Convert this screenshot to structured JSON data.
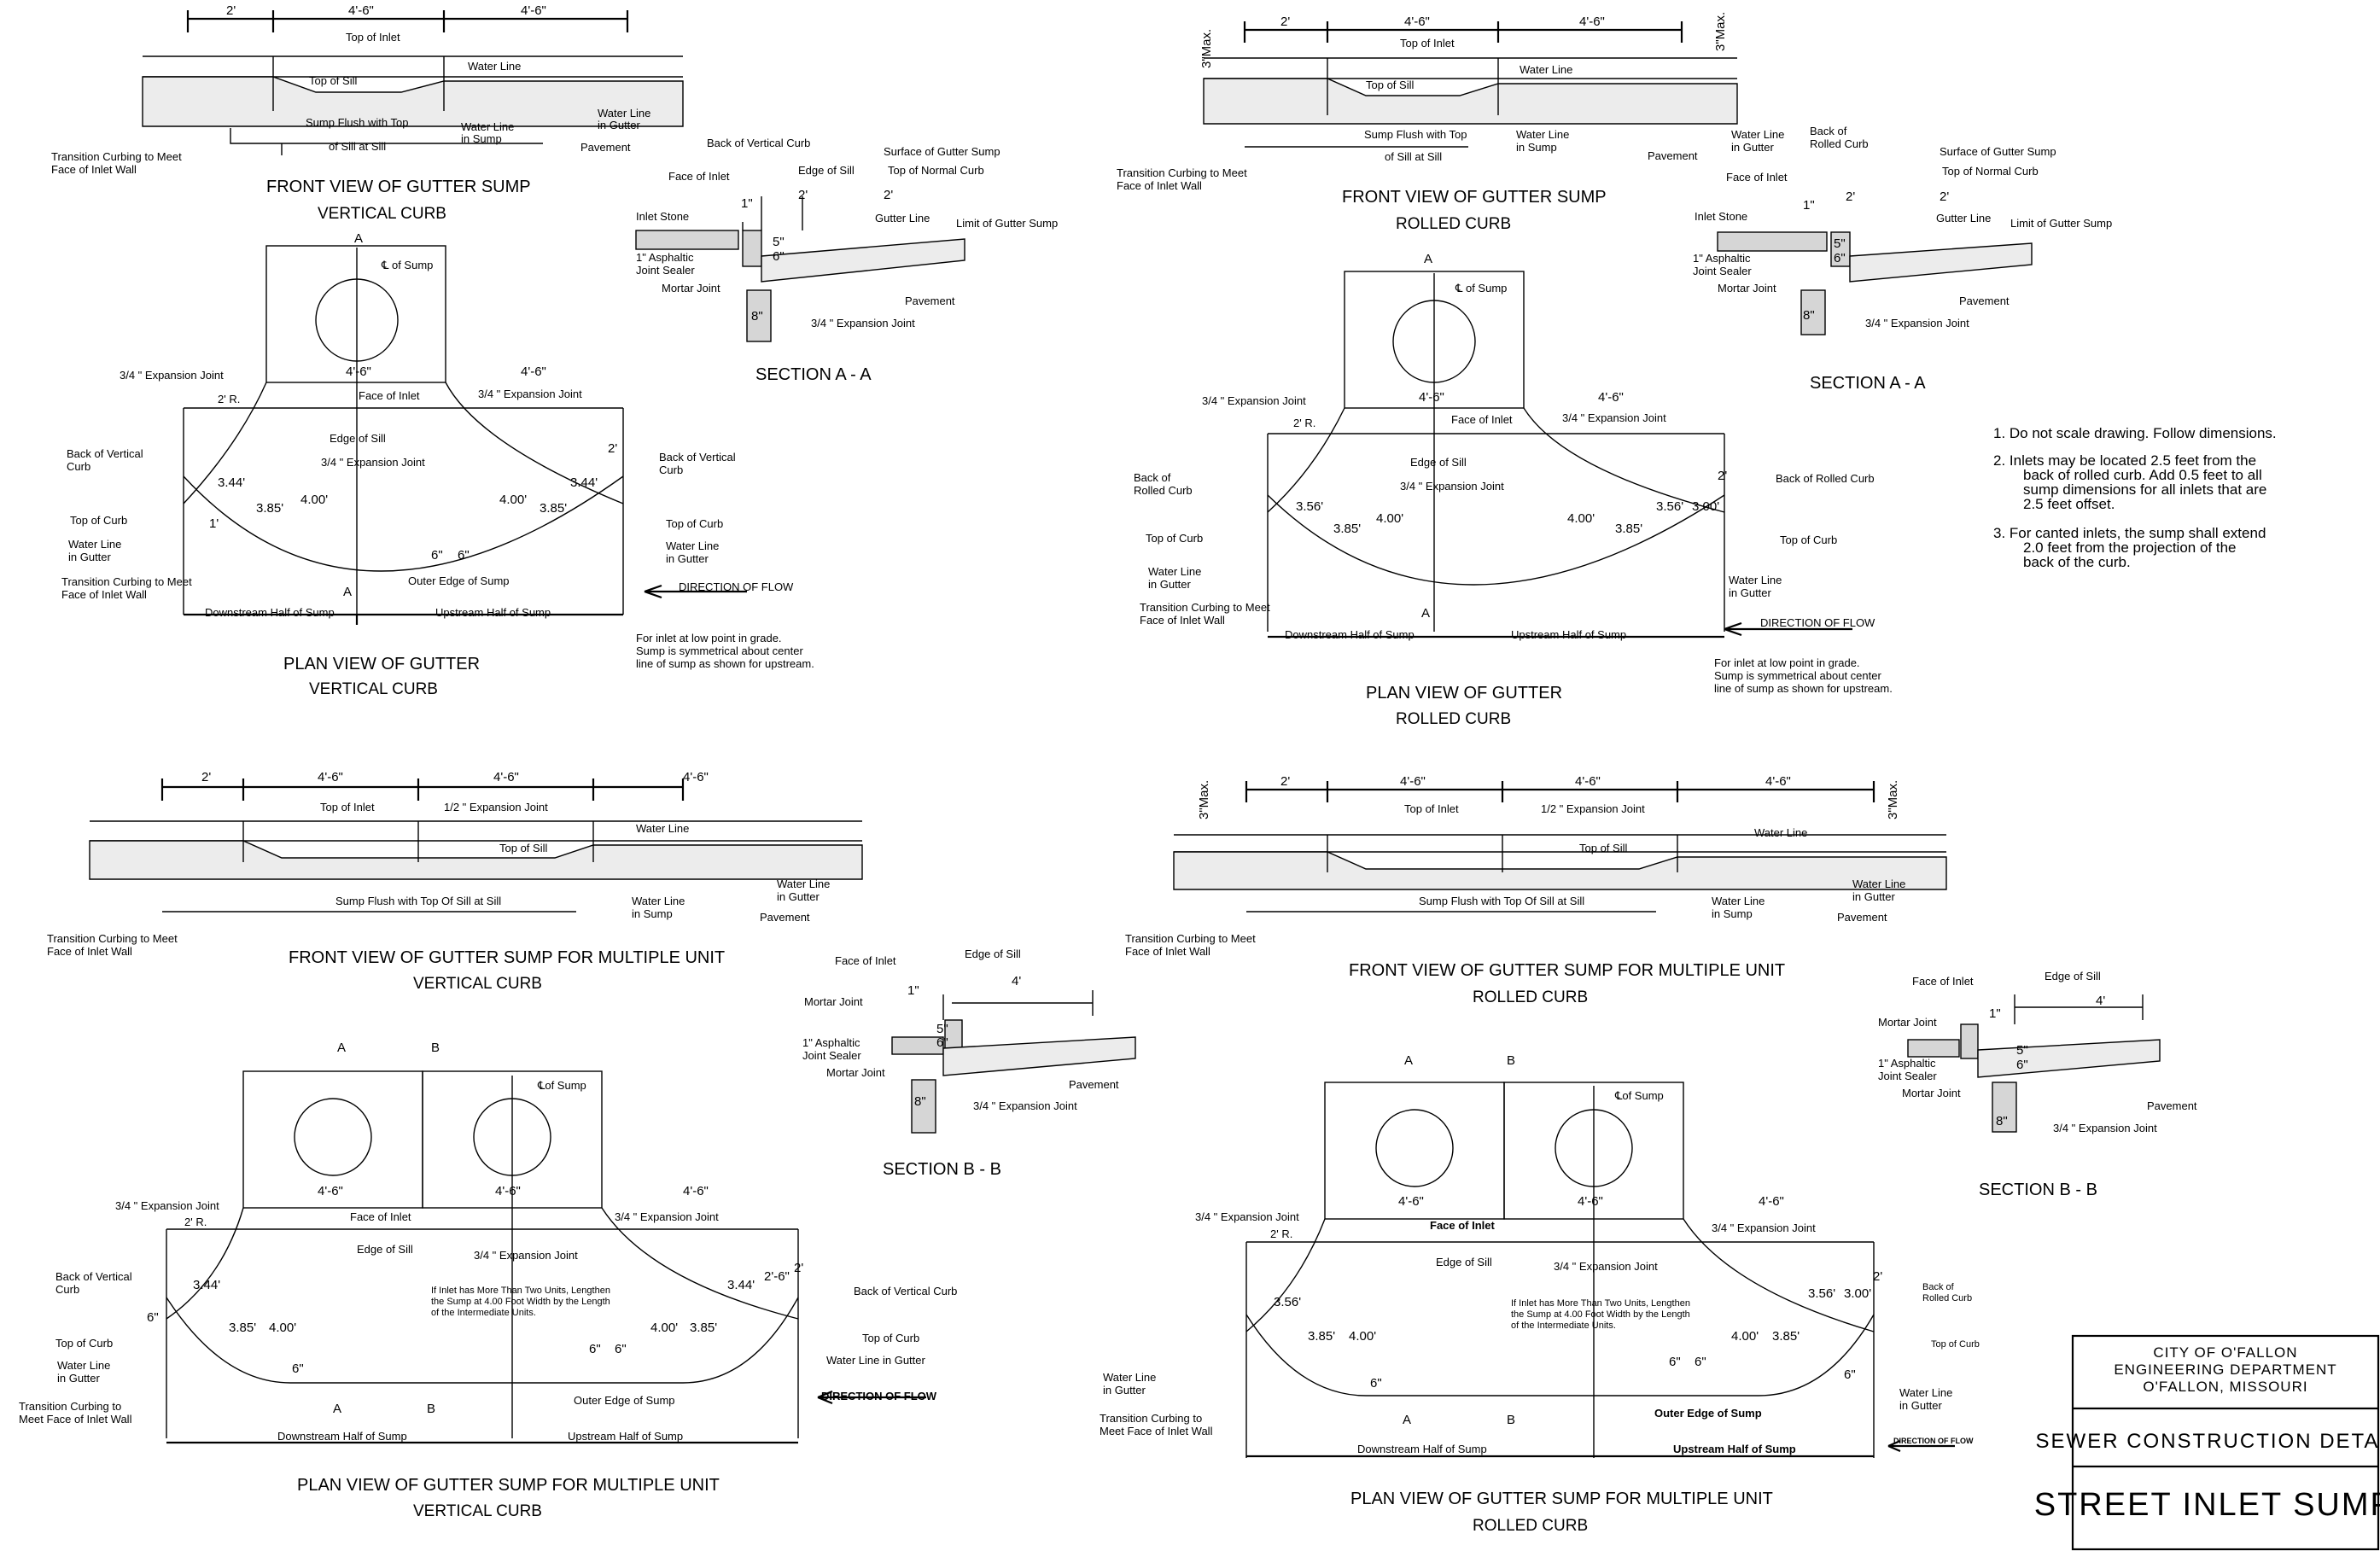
{
  "panels": {
    "v_front": {
      "title": "FRONT VIEW OF GUTTER SUMP",
      "subtitle": "VERTICAL CURB",
      "dims": [
        "2'",
        "4'-6\"",
        "4'-6\""
      ],
      "labels": [
        "Top of Inlet",
        "Top of Sill",
        "Water Line",
        "Sump Flush with Top",
        "of Sill at Sill",
        "Water Line",
        "in Sump",
        "Water Line",
        "in Gutter",
        "Pavement",
        "Transition Curbing to Meet",
        "Face of Inlet Wall"
      ]
    },
    "v_section": {
      "title": "SECTION A - A",
      "labels": [
        "Back of Vertical Curb",
        "Edge of Sill",
        "Surface of Gutter Sump",
        "Top of Normal Curb",
        "Face of Inlet",
        "Inlet Stone",
        "Gutter Line",
        "Limit of Gutter Sump",
        "1\" Asphaltic",
        "Joint Sealer",
        "Mortar Joint",
        "Pavement",
        "3/4 \" Expansion Joint"
      ],
      "dims": [
        "1\"",
        "2'",
        "2'",
        "5\"",
        "6\"",
        "8\""
      ]
    },
    "v_plan": {
      "title": "PLAN VIEW OF GUTTER",
      "subtitle": "VERTICAL CURB",
      "labels": [
        "A",
        "A",
        "℄ of Sump",
        "3/4 \" Expansion Joint",
        "2' R.",
        "Face of Inlet",
        "3/4 \" Expansion Joint",
        "Edge of Sill",
        "3/4 \" Expansion Joint",
        "Back of Vertical",
        "Curb",
        "Top of Curb",
        "Water Line",
        "in Gutter",
        "Transition Curbing to Meet",
        "Face of Inlet Wall",
        "Outer Edge of Sump",
        "Back of Vertical",
        "Curb",
        "Top of Curb",
        "Water Line",
        "in Gutter",
        "DIRECTION OF FLOW",
        "Downstream Half of Sump",
        "Upstream Half of Sump",
        "For inlet at low point in grade.",
        "Sump is symmetrical about center",
        "line of sump as shown for upstream."
      ],
      "dims": [
        "4'-6\"",
        "4'-6\"",
        "3.44'",
        "3.85'",
        "4.00'",
        "4.00'",
        "3.85'",
        "3.44'",
        "2'",
        "1'",
        "6\"",
        "6\""
      ]
    },
    "r_front": {
      "title": "FRONT VIEW OF GUTTER SUMP",
      "subtitle": "ROLLED CURB",
      "dims": [
        "3\"Max.",
        "2'",
        "4'-6\"",
        "4'-6\"",
        "3\"Max."
      ],
      "labels": [
        "Top of Inlet",
        "Top of Sill",
        "Water Line",
        "Sump Flush with Top",
        "of Sill at Sill",
        "Water Line",
        "in Sump",
        "Water Line",
        "in Gutter",
        "Pavement",
        "Transition Curbing to Meet",
        "Face of Inlet Wall"
      ]
    },
    "r_section": {
      "title": "SECTION A - A",
      "labels": [
        "Back of",
        "Rolled Curb",
        "Surface of Gutter Sump",
        "Top of Normal Curb",
        "Face of Inlet",
        "Inlet Stone",
        "Gutter Line",
        "Limit of Gutter Sump",
        "1\" Asphaltic",
        "Joint Sealer",
        "Mortar Joint",
        "Pavement",
        "3/4 \" Expansion Joint"
      ],
      "dims": [
        "1\"",
        "2'",
        "2'",
        "5\"",
        "6\"",
        "8\""
      ]
    },
    "r_plan": {
      "title": "PLAN VIEW OF GUTTER",
      "subtitle": "ROLLED CURB",
      "labels": [
        "A",
        "A",
        "℄ of Sump",
        "3/4 \" Expansion Joint",
        "2' R.",
        "Face of Inlet",
        "3/4 \" Expansion Joint",
        "Edge of Sill",
        "3/4 \" Expansion Joint",
        "Back of",
        "Rolled Curb",
        "Top of Curb",
        "Water Line",
        "in Gutter",
        "Transition Curbing to Meet",
        "Face of Inlet Wall",
        "Back of Rolled Curb",
        "Top of Curb",
        "Water Line",
        "in Gutter",
        "DIRECTION OF FLOW",
        "Downstream Half of Sump",
        "Upstream Half of Sump",
        "For inlet at low point in grade.",
        "Sump is symmetrical about center",
        "line of sump as shown for upstream."
      ],
      "dims": [
        "4'-6\"",
        "4'-6\"",
        "3.56'",
        "3.85'",
        "4.00'",
        "4.00'",
        "3.85'",
        "3.56'",
        "3.00'",
        "2'"
      ]
    },
    "notes": [
      "1.  Do not scale drawing.  Follow dimensions.",
      "2.  Inlets may be located 2.5 feet from the",
      "back of rolled curb.  Add 0.5 feet to all",
      "sump dimensions for all inlets that are",
      "2.5 feet offset.",
      "3.  For canted inlets, the sump shall extend",
      "2.0 feet from the projection of the",
      "back of the curb."
    ],
    "vm_front": {
      "title": "FRONT VIEW OF GUTTER SUMP FOR MULTIPLE UNIT",
      "subtitle": "VERTICAL CURB",
      "dims": [
        "2'",
        "4'-6\"",
        "4'-6\"",
        "4'-6\""
      ],
      "labels": [
        "Top of Inlet",
        "1/2 \" Expansion Joint",
        "Top of Sill",
        "Water Line",
        "Sump Flush with Top Of Sill at Sill",
        "Water Line",
        "in Sump",
        "Water Line",
        "in Gutter",
        "Pavement",
        "Transition Curbing to Meet",
        "Face of Inlet Wall"
      ]
    },
    "vm_section": {
      "title": "SECTION B - B",
      "labels": [
        "Face of Inlet",
        "Edge of Sill",
        "Mortar Joint",
        "1\" Asphaltic",
        "Joint Sealer",
        "Mortar Joint",
        "Pavement",
        "3/4 \" Expansion Joint"
      ],
      "dims": [
        "1\"",
        "4'",
        "5\"",
        "6\"",
        "8\""
      ]
    },
    "vm_plan": {
      "title": "PLAN VIEW OF GUTTER SUMP FOR MULTIPLE UNIT",
      "subtitle": "VERTICAL CURB",
      "labels": [
        "A",
        "B",
        "A",
        "B",
        "℄of Sump",
        "3/4 \" Expansion Joint",
        "2' R.",
        "Face of Inlet",
        "Edge of Sill",
        "3/4 \" Expansion Joint",
        "3/4 \" Expansion Joint",
        "If Inlet has More Than Two Units, Lengthen",
        "the Sump at 4.00 Foot Width by the Length",
        "of the Intermediate Units.",
        "Back of Vertical",
        "Curb",
        "Top of Curb",
        "Water Line",
        "in Gutter",
        "Transition Curbing to",
        "Meet Face of Inlet Wall",
        "Outer Edge of Sump",
        "Back of Vertical Curb",
        "Top of Curb",
        "Water Line in Gutter",
        "DIRECTION OF FLOW",
        "Downstream Half of Sump",
        "Upstream Half of Sump"
      ],
      "dims": [
        "4'-6\"",
        "4'-6\"",
        "4'-6\"",
        "3.44'",
        "3.85'",
        "4.00'",
        "4.00'",
        "3.85'",
        "3.44'",
        "2'-6\"",
        "2'",
        "6\"",
        "6\"",
        "6\"",
        "6\""
      ]
    },
    "rm_front": {
      "title": "FRONT VIEW OF GUTTER SUMP FOR MULTIPLE UNIT",
      "subtitle": "ROLLED CURB",
      "dims": [
        "3\"Max.",
        "2'",
        "4'-6\"",
        "4'-6\"",
        "4'-6\"",
        "3\"Max."
      ],
      "labels": [
        "Top of Inlet",
        "1/2 \" Expansion Joint",
        "Top of Sill",
        "Water Line",
        "Sump Flush with Top Of Sill at Sill",
        "Water Line",
        "in Sump",
        "Water Line",
        "in Gutter",
        "Pavement",
        "Transition Curbing to Meet",
        "Face of Inlet Wall"
      ]
    },
    "rm_section": {
      "title": "SECTION B - B",
      "labels": [
        "Face of Inlet",
        "Edge of Sill",
        "Mortar Joint",
        "1\" Asphaltic",
        "Joint Sealer",
        "Mortar Joint",
        "Pavement",
        "3/4 \" Expansion Joint"
      ],
      "dims": [
        "1\"",
        "4'",
        "5\"",
        "6\"",
        "8\""
      ]
    },
    "rm_plan": {
      "title": "PLAN VIEW OF GUTTER SUMP FOR MULTIPLE UNIT",
      "subtitle": "ROLLED CURB",
      "labels": [
        "A",
        "B",
        "A",
        "B",
        "℄of Sump",
        "3/4 \" Expansion Joint",
        "2' R.",
        "Face of Inlet",
        "Edge of Sill",
        "3/4 \" Expansion Joint",
        "3/4 \" Expansion Joint",
        "If Inlet has More Than Two Units, Lengthen",
        "the Sump at 4.00 Foot Width by the Length",
        "of the Intermediate Units.",
        "Water Line",
        "in Gutter",
        "Transition Curbing to",
        "Meet Face of Inlet Wall",
        "Outer Edge of Sump",
        "Back of",
        "Rolled Curb",
        "Top of Curb",
        "Water Line",
        "in Gutter",
        "DIRECTION OF FLOW",
        "Downstream Half of Sump",
        "Upstream Half of Sump"
      ],
      "dims": [
        "4'-6\"",
        "4'-6\"",
        "4'-6\"",
        "3.56'",
        "3.85'",
        "4.00'",
        "4.00'",
        "3.85'",
        "3.56'",
        "3.00'",
        "2'",
        "6\"",
        "6\"",
        "6\"",
        "6\""
      ]
    }
  },
  "title_block": {
    "agency_line1": "CITY OF O'FALLON",
    "agency_line2": "ENGINEERING DEPARTMENT",
    "agency_line3": "O'FALLON, MISSOURI",
    "series": "SEWER CONSTRUCTION DETAILS",
    "drawing_title": "STREET INLET SUMPS"
  }
}
